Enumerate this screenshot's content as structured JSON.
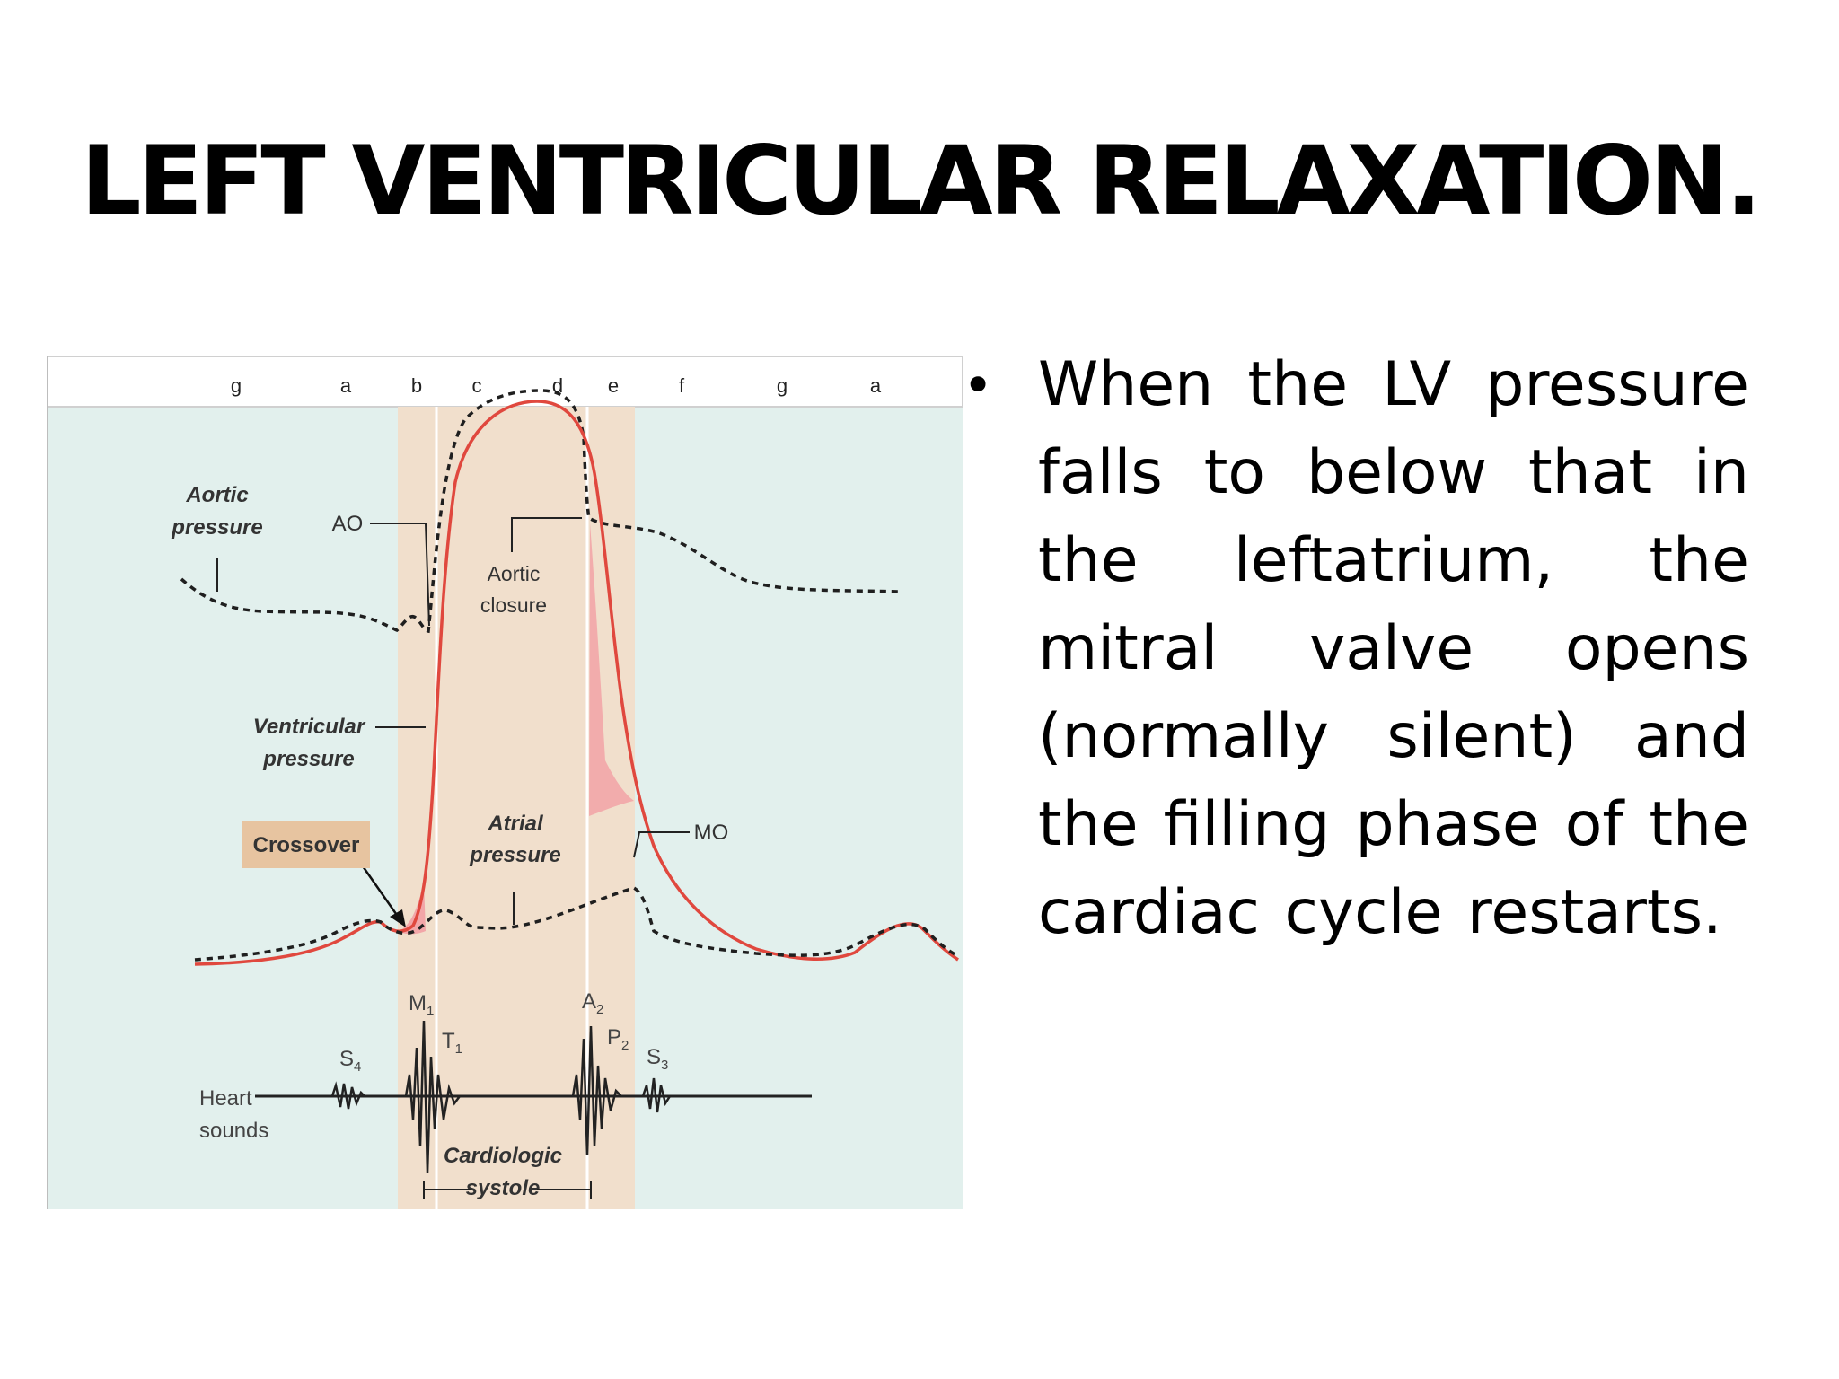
{
  "slide": {
    "title": "LEFT VENTRICULAR RELAXATION.",
    "bullet_symbol": "•",
    "bullet_text": "When the LV pressure falls to below that in the leftatrium, the mitral valve opens (normally silent) and the filling phase of the cardiac cycle restarts."
  },
  "diagram": {
    "phase_labels": [
      "g",
      "a",
      "b",
      "c",
      "d",
      "e",
      "f",
      "g",
      "a"
    ],
    "labels": {
      "aortic_pressure_line1": "Aortic",
      "aortic_pressure_line2": "pressure",
      "ao": "AO",
      "aortic_closure_line1": "Aortic",
      "aortic_closure_line2": "closure",
      "ventricular_line1": "Ventricular",
      "ventricular_line2": "pressure",
      "crossover": "Crossover",
      "atrial_line1": "Atrial",
      "atrial_line2": "pressure",
      "mo": "MO",
      "heart_line1": "Heart",
      "heart_line2": "sounds",
      "s4": "S",
      "s4_sub": "4",
      "m1": "M",
      "m1_sub": "1",
      "t1": "T",
      "t1_sub": "1",
      "a2": "A",
      "a2_sub": "2",
      "p2": "P",
      "p2_sub": "2",
      "s3": "S",
      "s3_sub": "3",
      "systole_line1": "Cardiologic",
      "systole_line2": "systole"
    },
    "colors": {
      "background": "#e2f0ed",
      "systole_band": "#f1dfcc",
      "ventricular_curve": "#e0483e",
      "fill_area": "#f2a6a8",
      "crossover_box": "#e7c4a0"
    }
  }
}
